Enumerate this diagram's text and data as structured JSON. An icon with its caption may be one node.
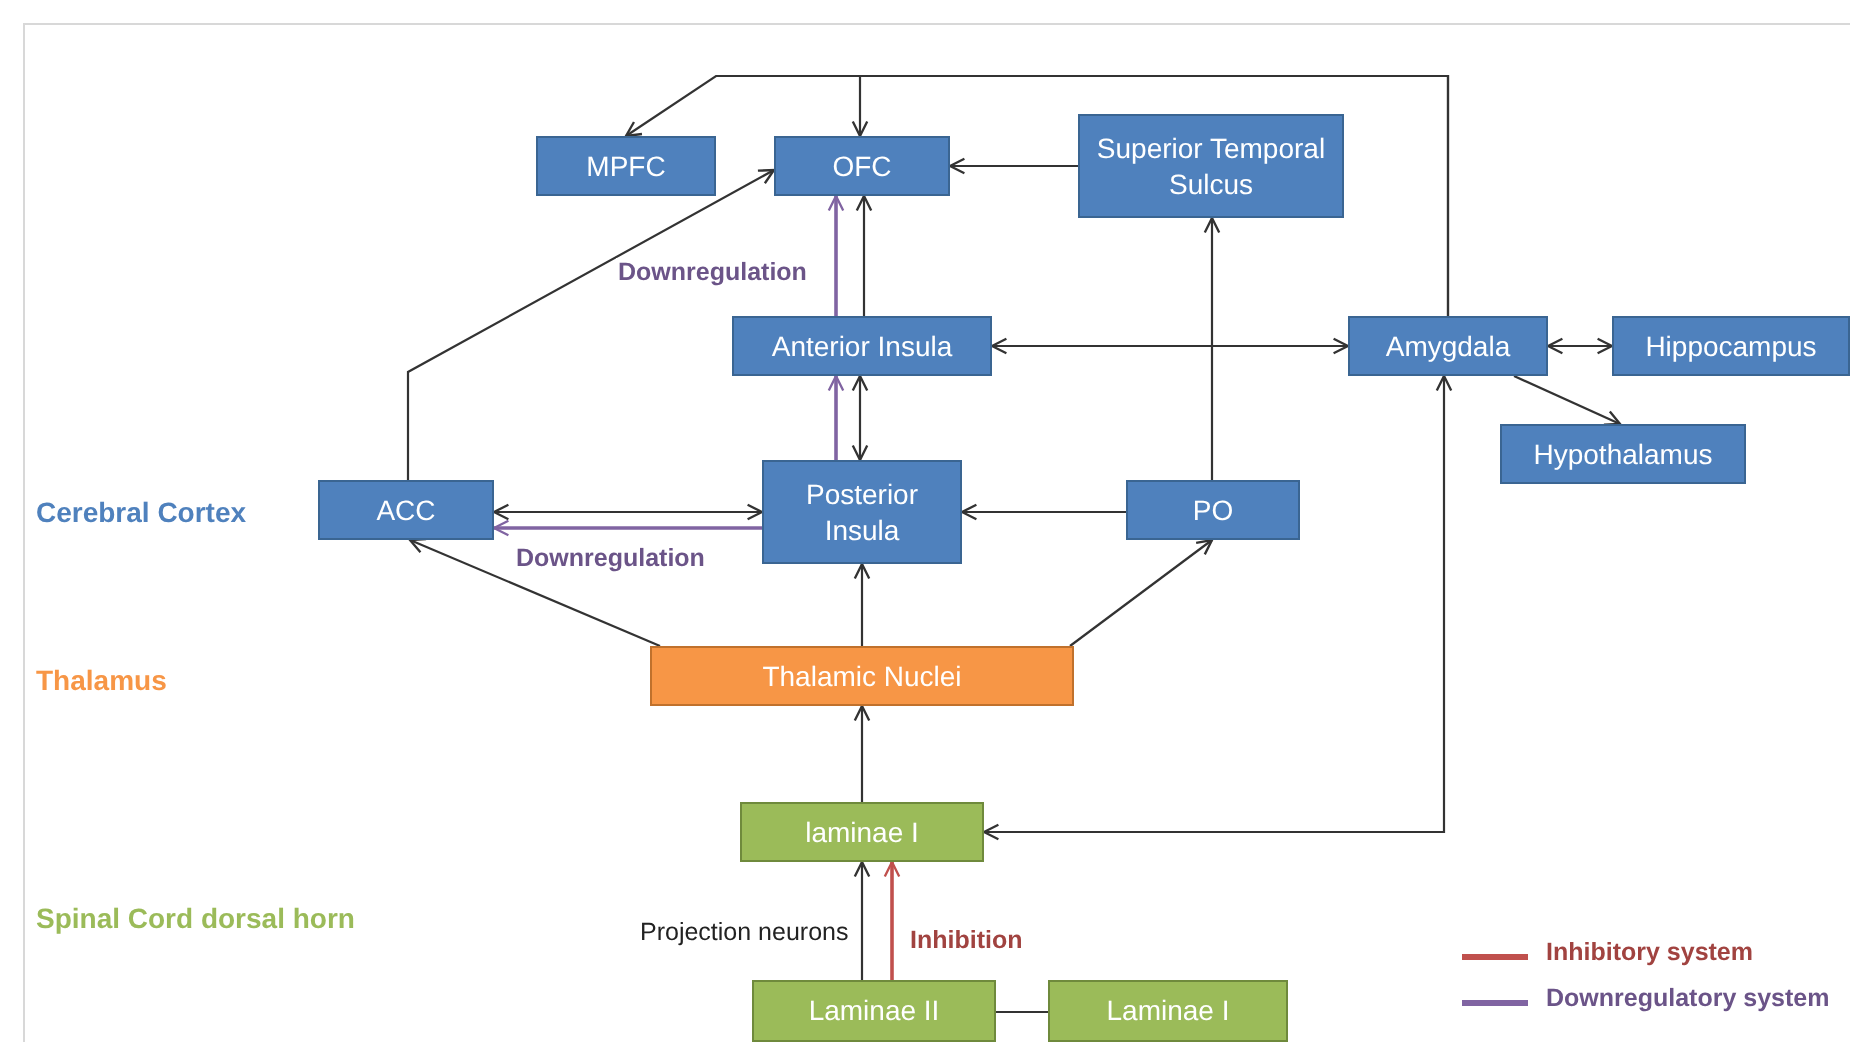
{
  "diagram": {
    "nodes": [
      {
        "text": [
          "MPFC"
        ]
      },
      {
        "text": [
          "OFC"
        ]
      },
      {
        "text": [
          "Superior Temporal Sulcus"
        ]
      },
      {
        "text": [
          "Anterior Insula"
        ]
      },
      {
        "text": [
          "Amygdala"
        ]
      },
      {
        "text": [
          "Hippocampus"
        ]
      },
      {
        "text": [
          "ACC"
        ]
      },
      {
        "text": [
          "Posterior Insula"
        ]
      },
      {
        "text": [
          "PO"
        ]
      },
      {
        "text": [
          "Hypothalamus"
        ]
      },
      {
        "text": [
          "Thalamic Nuclei"
        ]
      },
      {
        "text": [
          "laminae I"
        ]
      },
      {
        "text": [
          "Laminae II"
        ]
      },
      {
        "text": [
          "Laminae I"
        ]
      }
    ],
    "edges": [
      {
        "from": 4,
        "to": 0,
        "arrow": "to"
      },
      {
        "from": 4,
        "to": 1,
        "arrow": "to"
      },
      {
        "from": 2,
        "to": 1,
        "arrow": "to"
      },
      {
        "from": 3,
        "to": 1,
        "arrow": "to"
      },
      {
        "from": 3,
        "to": 1,
        "arrow": "to",
        "label": "Downregulation",
        "color": "#8064a2"
      },
      {
        "from": 6,
        "to": 1,
        "arrow": "to"
      },
      {
        "from": 3,
        "to": 7,
        "arrow": "both"
      },
      {
        "from": 7,
        "to": 3,
        "arrow": "to",
        "color": "#8064a2"
      },
      {
        "from": 3,
        "to": 4,
        "arrow": "both"
      },
      {
        "from": 4,
        "to": 5,
        "arrow": "both"
      },
      {
        "from": 4,
        "to": 9,
        "arrow": "to"
      },
      {
        "from": 6,
        "to": 7,
        "arrow": "both"
      },
      {
        "from": 7,
        "to": 6,
        "arrow": "to",
        "label": "Downregulation",
        "color": "#8064a2"
      },
      {
        "from": 8,
        "to": 7,
        "arrow": "to"
      },
      {
        "from": 8,
        "to": 2,
        "arrow": "to"
      },
      {
        "from": 10,
        "to": 6,
        "arrow": "to"
      },
      {
        "from": 10,
        "to": 7,
        "arrow": "to"
      },
      {
        "from": 10,
        "to": 8,
        "arrow": "to"
      },
      {
        "from": 11,
        "to": 10,
        "arrow": "to"
      },
      {
        "from": 4,
        "to": 11,
        "arrow": "both"
      },
      {
        "from": 12,
        "to": 11,
        "arrow": "to",
        "label": "Projection neurons"
      },
      {
        "from": 12,
        "to": 11,
        "arrow": "to",
        "label": "Inhibition",
        "color": "#c0504d"
      },
      {
        "from": 12,
        "to": 13,
        "arrow": "none"
      }
    ],
    "labels": [
      "Cerebral Cortex",
      "Thalamus",
      "Spinal Cord dorsal horn"
    ],
    "legend": [
      {
        "text": "Inhibitory system",
        "color": "#c0504d"
      },
      {
        "text": "Downregulatory system",
        "color": "#8064a2"
      }
    ]
  }
}
